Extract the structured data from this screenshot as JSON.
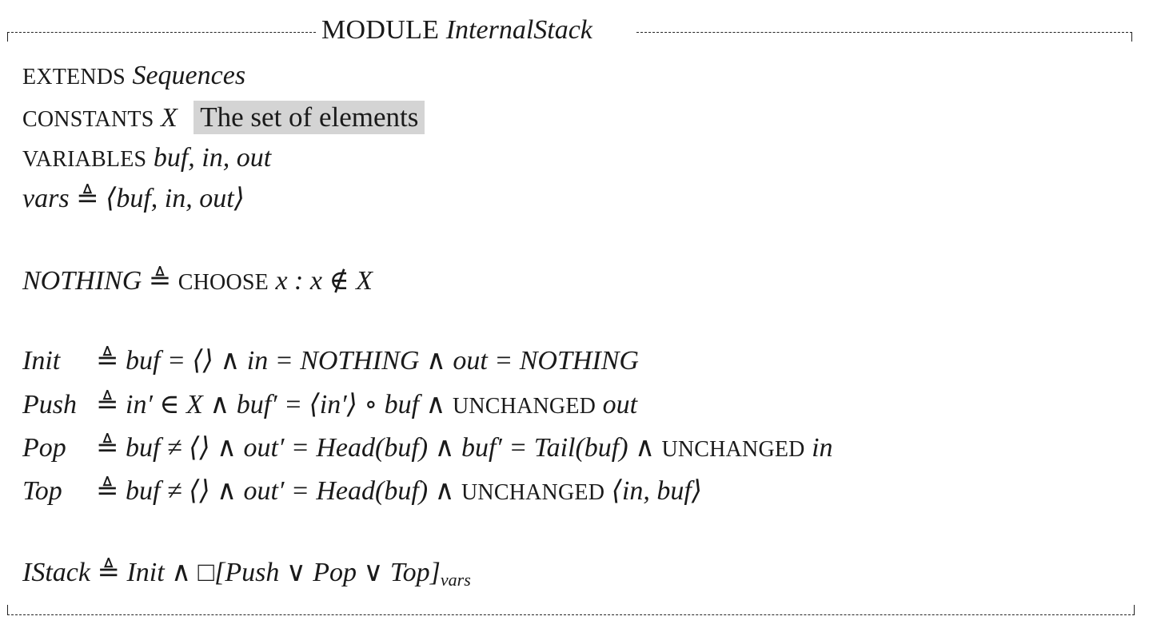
{
  "module": {
    "keyword": "MODULE",
    "name": "InternalStack"
  },
  "extends": {
    "keyword": "EXTENDS",
    "value": "Sequences"
  },
  "constants": {
    "keyword": "CONSTANTS",
    "value": "X",
    "comment": "The set of elements"
  },
  "variables": {
    "keyword": "VARIABLES",
    "value": "buf, in, out"
  },
  "vars_def": {
    "name": "vars",
    "body": "⟨buf, in, out⟩"
  },
  "nothing_def": {
    "name": "NOTHING",
    "keyword": "CHOOSE",
    "body": "x : x ∉ X"
  },
  "init_def": {
    "name": "Init",
    "body": "buf = ⟨⟩ ∧ in = NOTHING ∧ out = NOTHING"
  },
  "push_def": {
    "name": "Push",
    "body_a": "in′ ∈ X ∧ buf′ = ⟨in′⟩ ∘ buf ∧",
    "keyword": "UNCHANGED",
    "body_b": "out"
  },
  "pop_def": {
    "name": "Pop",
    "body_a": "buf ≠ ⟨⟩ ∧ out′ = Head(buf) ∧ buf′ = Tail(buf) ∧",
    "keyword": "UNCHANGED",
    "body_b": "in"
  },
  "top_def": {
    "name": "Top",
    "body_a": "buf ≠ ⟨⟩ ∧ out′ = Head(buf) ∧",
    "keyword": "UNCHANGED",
    "body_b": "⟨in, buf⟩"
  },
  "istack_def": {
    "name": "IStack",
    "body": "Init ∧ □[Push ∨ Pop ∨ Top]",
    "subscript": "vars"
  },
  "symbols": {
    "defeq": "≜"
  }
}
